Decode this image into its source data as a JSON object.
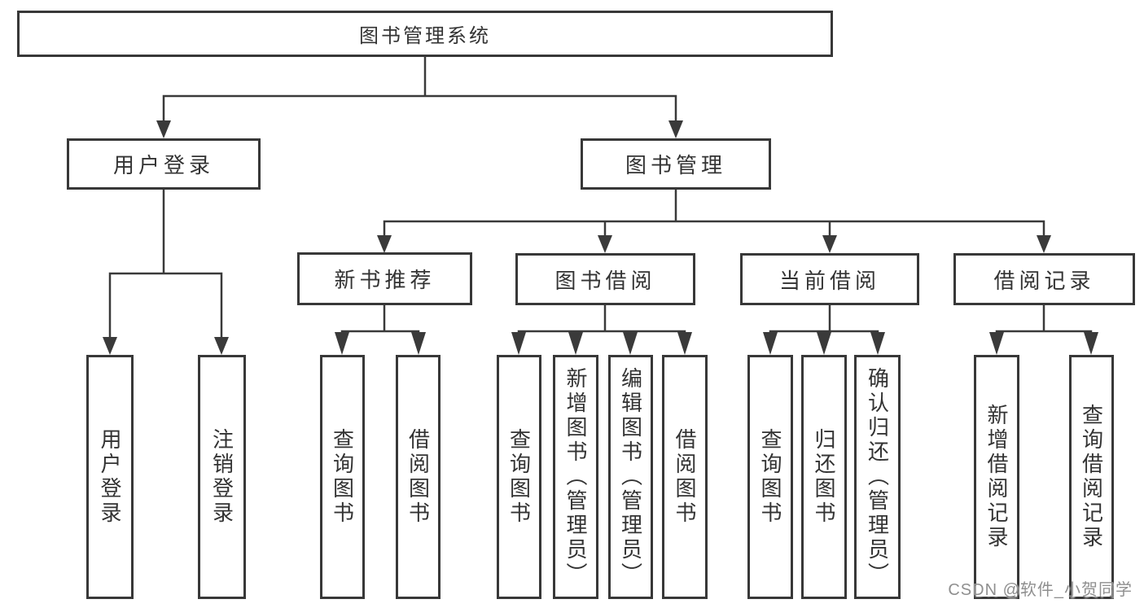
{
  "diagram_title": "图书管理系统",
  "nodes": {
    "root": "图书管理系统",
    "user_login": "用户登录",
    "book_mgmt": "图书管理",
    "new_book_rec": "新书推荐",
    "book_borrow": "图书借阅",
    "current_borrow": "当前借阅",
    "borrow_records": "借阅记录",
    "leaf_user_login": "用户登录",
    "leaf_logout": "注销登录",
    "leaf_rec_query": "查询图书",
    "leaf_rec_borrow": "借阅图书",
    "leaf_bb_query": "查询图书",
    "leaf_bb_add": "新增图书（管理员）",
    "leaf_bb_edit": "编辑图书（管理员）",
    "leaf_bb_borrow": "借阅图书",
    "leaf_cb_query": "查询图书",
    "leaf_cb_return": "归还图书",
    "leaf_cb_confirm": "确认归还（管理员）",
    "leaf_br_add": "新增借阅记录",
    "leaf_br_query": "查询借阅记录"
  },
  "tree": {
    "图书管理系统": {
      "用户登录": [
        "用户登录",
        "注销登录"
      ],
      "图书管理": {
        "新书推荐": [
          "查询图书",
          "借阅图书"
        ],
        "图书借阅": [
          "查询图书",
          "新增图书（管理员）",
          "编辑图书（管理员）",
          "借阅图书"
        ],
        "当前借阅": [
          "查询图书",
          "归还图书",
          "确认归还（管理员）"
        ],
        "借阅记录": [
          "新增借阅记录",
          "查询借阅记录"
        ]
      }
    }
  },
  "watermark": "CSDN @软件_小贺同学",
  "colors": {
    "line": "#3a3a3a",
    "box_border": "#383838",
    "text": "#333333",
    "background": "#ffffff",
    "watermark": "#8f8f8f"
  }
}
